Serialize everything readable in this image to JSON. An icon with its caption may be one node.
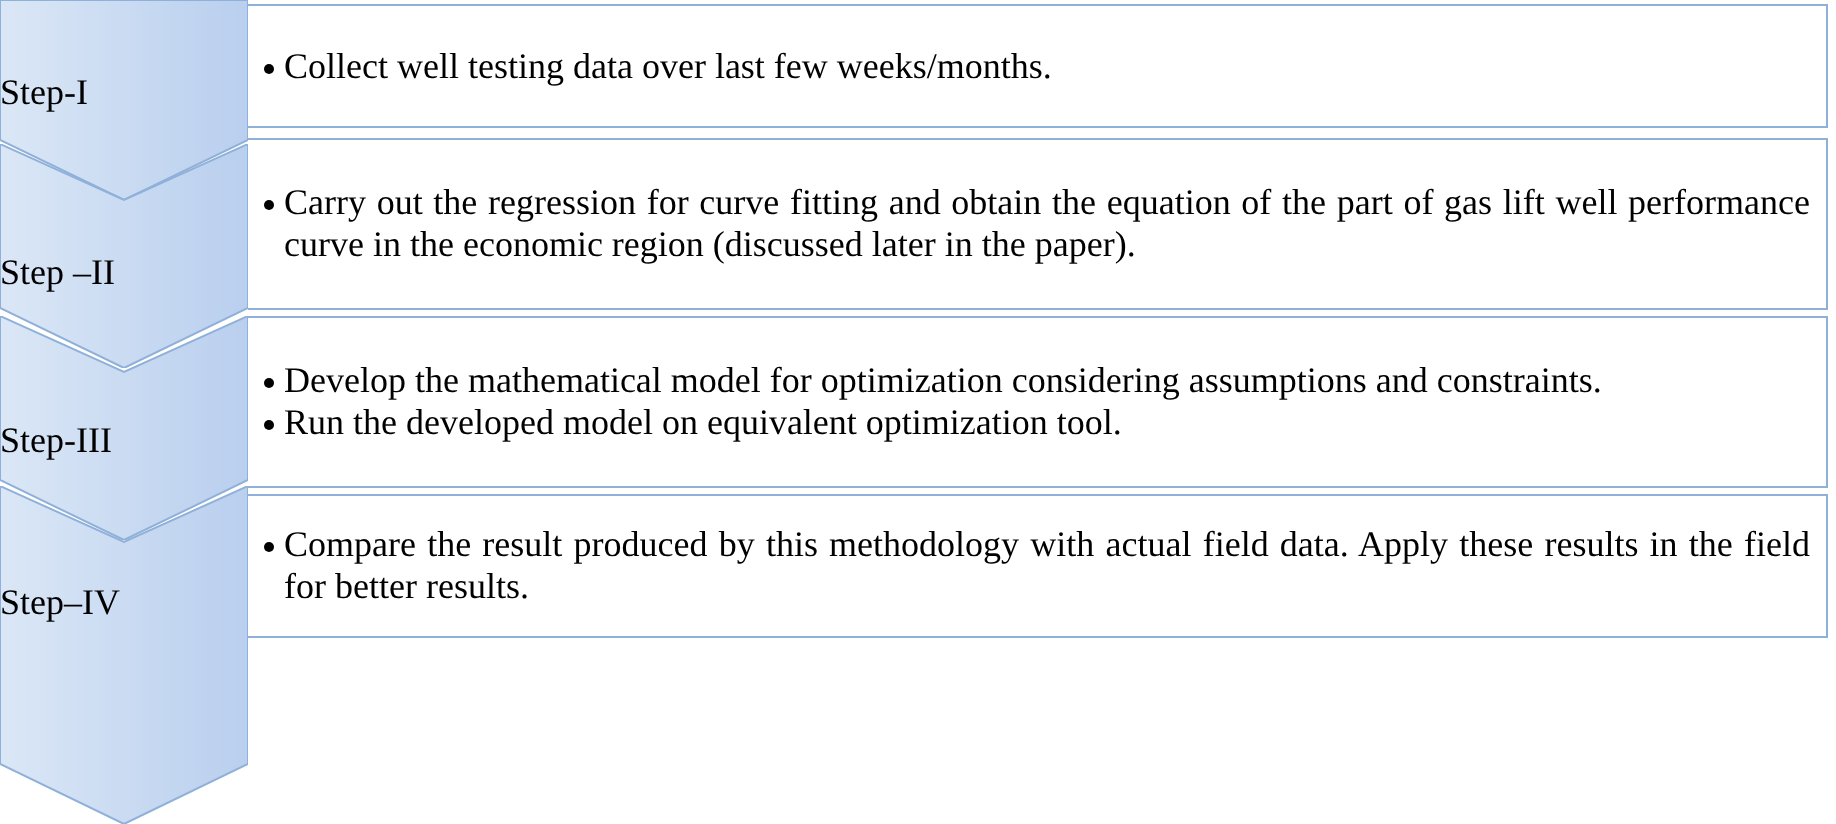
{
  "diagram": {
    "nodes": [
      {
        "text": [
          "Step-I"
        ]
      },
      {
        "text": [
          "Collect well testing data over last few weeks/months."
        ]
      },
      {
        "text": [
          "Step –II"
        ]
      },
      {
        "text": [
          "Carry out the regression for curve fitting and obtain the equation of the part of gas lift well performance curve in the economic region (discussed later in the paper)."
        ]
      },
      {
        "text": [
          "Step-III"
        ]
      },
      {
        "text": [
          "Develop the mathematical model for optimization considering assumptions and constraints.",
          "Run the developed model on equivalent optimization tool."
        ]
      },
      {
        "text": [
          "Step–IV"
        ]
      },
      {
        "text": [
          "Compare the result produced by this methodology with actual field data. Apply these results in the field for better results."
        ]
      }
    ]
  }
}
